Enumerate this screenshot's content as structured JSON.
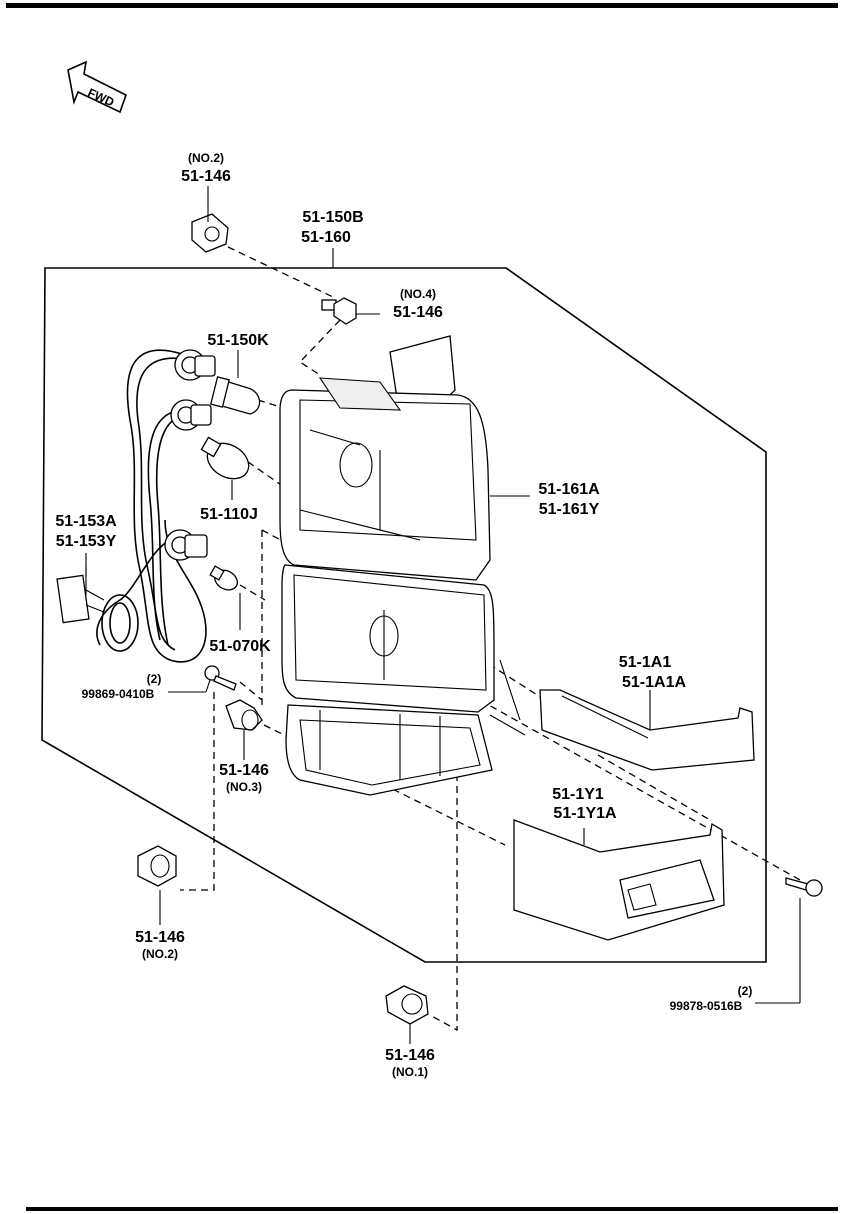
{
  "fwd_label": "FWD",
  "callouts": [
    {
      "id": "clip-no2-top",
      "qty": "(NO.2)",
      "part": "51-146"
    },
    {
      "id": "lamp-unit",
      "part": "51-150B",
      "part2": "51-160"
    },
    {
      "id": "clip-no4",
      "qty": "(NO.4)",
      "part": "51-146"
    },
    {
      "id": "bulb-150k",
      "part": "51-150K"
    },
    {
      "id": "bulb-110j",
      "part": "51-110J"
    },
    {
      "id": "harness",
      "part": "51-153A",
      "part2": "51-153Y"
    },
    {
      "id": "bulb-070k",
      "part": "51-070K"
    },
    {
      "id": "screw-left",
      "qty": "(2)",
      "part": "99869-0410B"
    },
    {
      "id": "clip-no3",
      "part": "51-146",
      "qty": "(NO.3)"
    },
    {
      "id": "lens",
      "part": "51-161A",
      "part2": "51-161Y"
    },
    {
      "id": "garnish-upper",
      "part": "51-1A1",
      "part2": "51-1A1A"
    },
    {
      "id": "garnish-lower",
      "part": "51-1Y1",
      "part2": "51-1Y1A"
    },
    {
      "id": "clip-no2-bottom",
      "part": "51-146",
      "qty": "(NO.2)"
    },
    {
      "id": "screw-right",
      "qty": "(2)",
      "part": "99878-0516B"
    },
    {
      "id": "clip-no1",
      "part": "51-146",
      "qty": "(NO.1)"
    }
  ]
}
